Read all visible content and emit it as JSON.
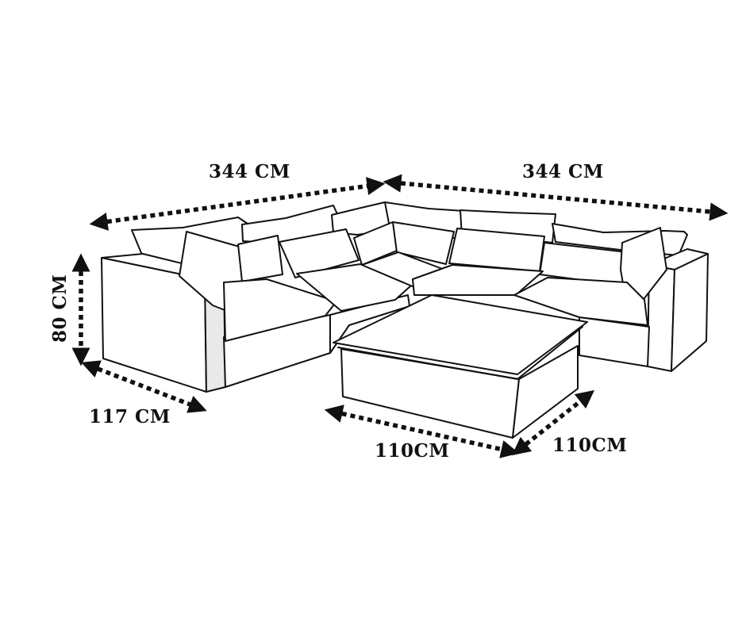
{
  "diagram": {
    "dimensions": {
      "top_left_width": "344 CM",
      "top_right_width": "344 CM",
      "height": "80 CM",
      "depth": "117 CM",
      "ottoman_width": "110CM",
      "ottoman_depth": "110CM"
    },
    "colors": {
      "line": "#111111",
      "fill": "#ffffff",
      "shade": "#e9e9e9"
    }
  }
}
